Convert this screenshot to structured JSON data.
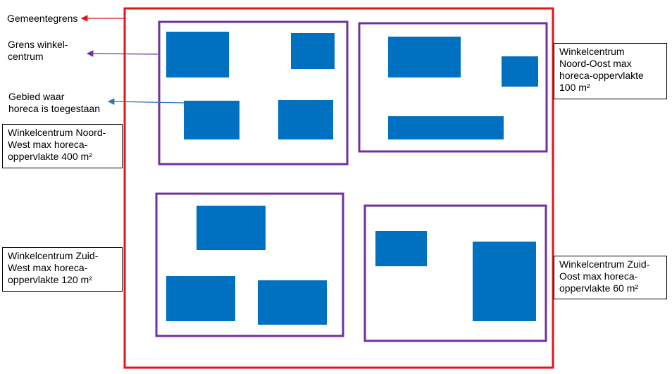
{
  "colors": {
    "municipality_border": "#e3141b",
    "center_border": "#7030a0",
    "horeca_area": "#0070c0",
    "arrow_blue": "#2e75b6"
  },
  "legend": {
    "municipality": "Gemeentegrens",
    "center_boundary": "Grens winkel-\ncentrum",
    "horeca_area": "Gebied waar\nhoreca is toegestaan"
  },
  "centers": {
    "north_west": "Winkelcentrum Noord-\nWest max horeca-\noppervlakte 400 m²",
    "south_west": "Winkelcentrum Zuid-\nWest max horeca-\noppervlakte 120 m²",
    "north_east": "Winkelcentrum\nNoord-Oost max\nhoreca-oppervlakte\n100 m²",
    "south_east": "Winkelcentrum Zuid-\nOost max horeca-\noppervlakte 60 m²"
  }
}
